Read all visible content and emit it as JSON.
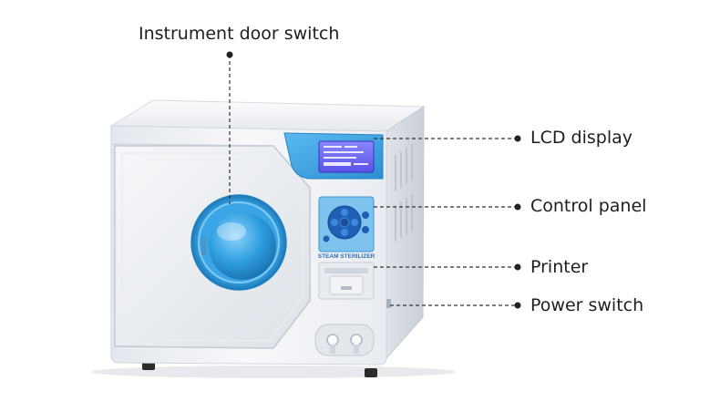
{
  "labels": {
    "instrument_door_switch": "Instrument door switch",
    "lcd_display": "LCD display",
    "control_panel": "Control panel",
    "printer": "Printer",
    "power_switch": "Power switch"
  },
  "device": {
    "panel_caption": "STEAM STERILIZER",
    "door_brand": "KOCO"
  },
  "colors": {
    "accent_blue": "#2f9fe0",
    "body": "#eef1f5",
    "leader": "#333333"
  }
}
